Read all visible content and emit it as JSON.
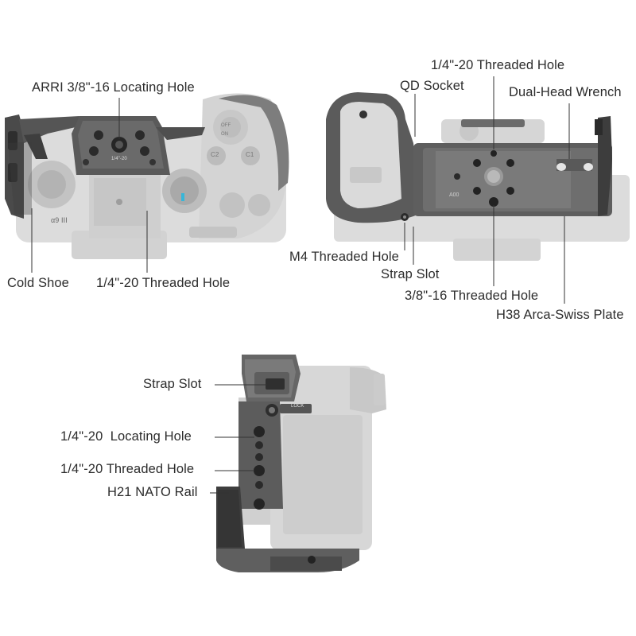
{
  "top_left": {
    "callouts": {
      "arri": "ARRI 3/8\"-16 Locating Hole",
      "cold_shoe": "Cold Shoe",
      "threaded": "1/4\"-20 Threaded Hole"
    },
    "engravings": {
      "small_1": "1/4\"-20",
      "brand": "α9 III"
    },
    "dial_marks": {
      "off": "OFF",
      "on": "ON",
      "c1": "C1",
      "c2": "C2"
    }
  },
  "top_right": {
    "callouts": {
      "threaded_top": "1/4\"-20 Threaded Hole",
      "qd_socket": "QD Socket",
      "wrench": "Dual-Head Wrench",
      "m4": "M4 Threaded Hole",
      "strap": "Strap Slot",
      "threaded_38": "3/8\"-16 Threaded Hole",
      "arca": "H38 Arca-Swiss Plate"
    },
    "engravings": {
      "a00": "A00"
    }
  },
  "bottom": {
    "callouts": {
      "strap": "Strap Slot",
      "locating": "1/4\"-20  Locating Hole",
      "threaded": "1/4\"-20 Threaded Hole",
      "nato": "H21 NATO Rail"
    },
    "engravings": {
      "lock": "LOCK"
    }
  }
}
